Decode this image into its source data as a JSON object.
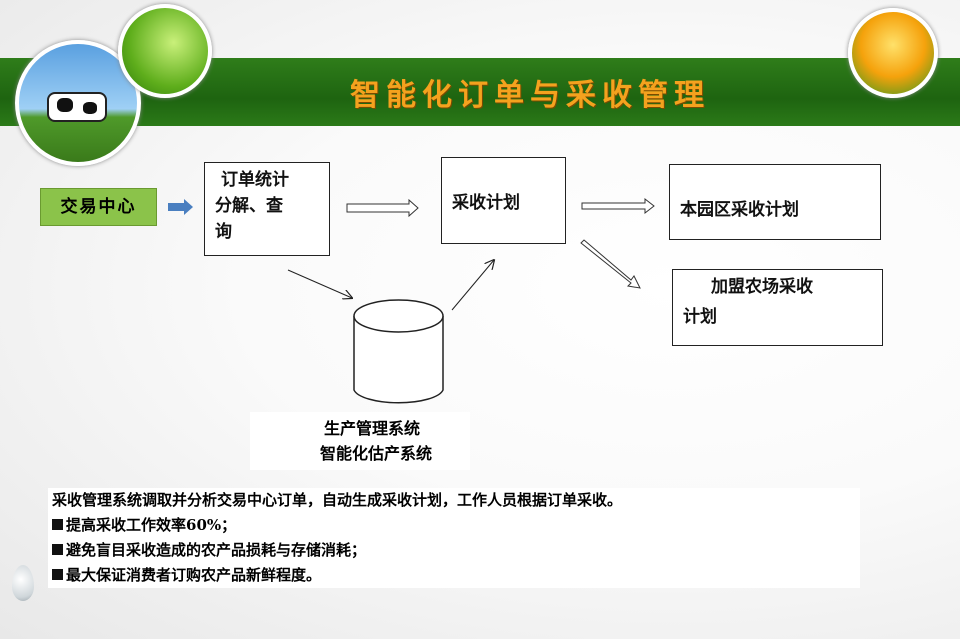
{
  "title": "智能化订单与采收管理",
  "diagram": {
    "trade_center": "交易中心",
    "order_box": [
      "订单统计",
      "分解、查",
      "询"
    ],
    "harvest_plan": "采收计划",
    "park_plan": "本园区采收计划",
    "farm_plan": [
      "加盟农场采收",
      "计划"
    ],
    "db_label": [
      "生产管理系统",
      "智能化估产系统"
    ]
  },
  "summary": {
    "intro": "采收管理系统调取并分析交易中心订单，自动生成采收计划，工作人员根据订单采收。",
    "bullets": [
      "提高采收工作效率60%；",
      "避免盲目采收造成的农产品损耗与存储消耗；",
      "最大保证消费者订购农产品新鲜程度。"
    ]
  },
  "colors": {
    "band": "#1e6410",
    "title": "#f4a21e",
    "trade_center": "#8bc34a",
    "arrow": "#4a7fc0"
  }
}
